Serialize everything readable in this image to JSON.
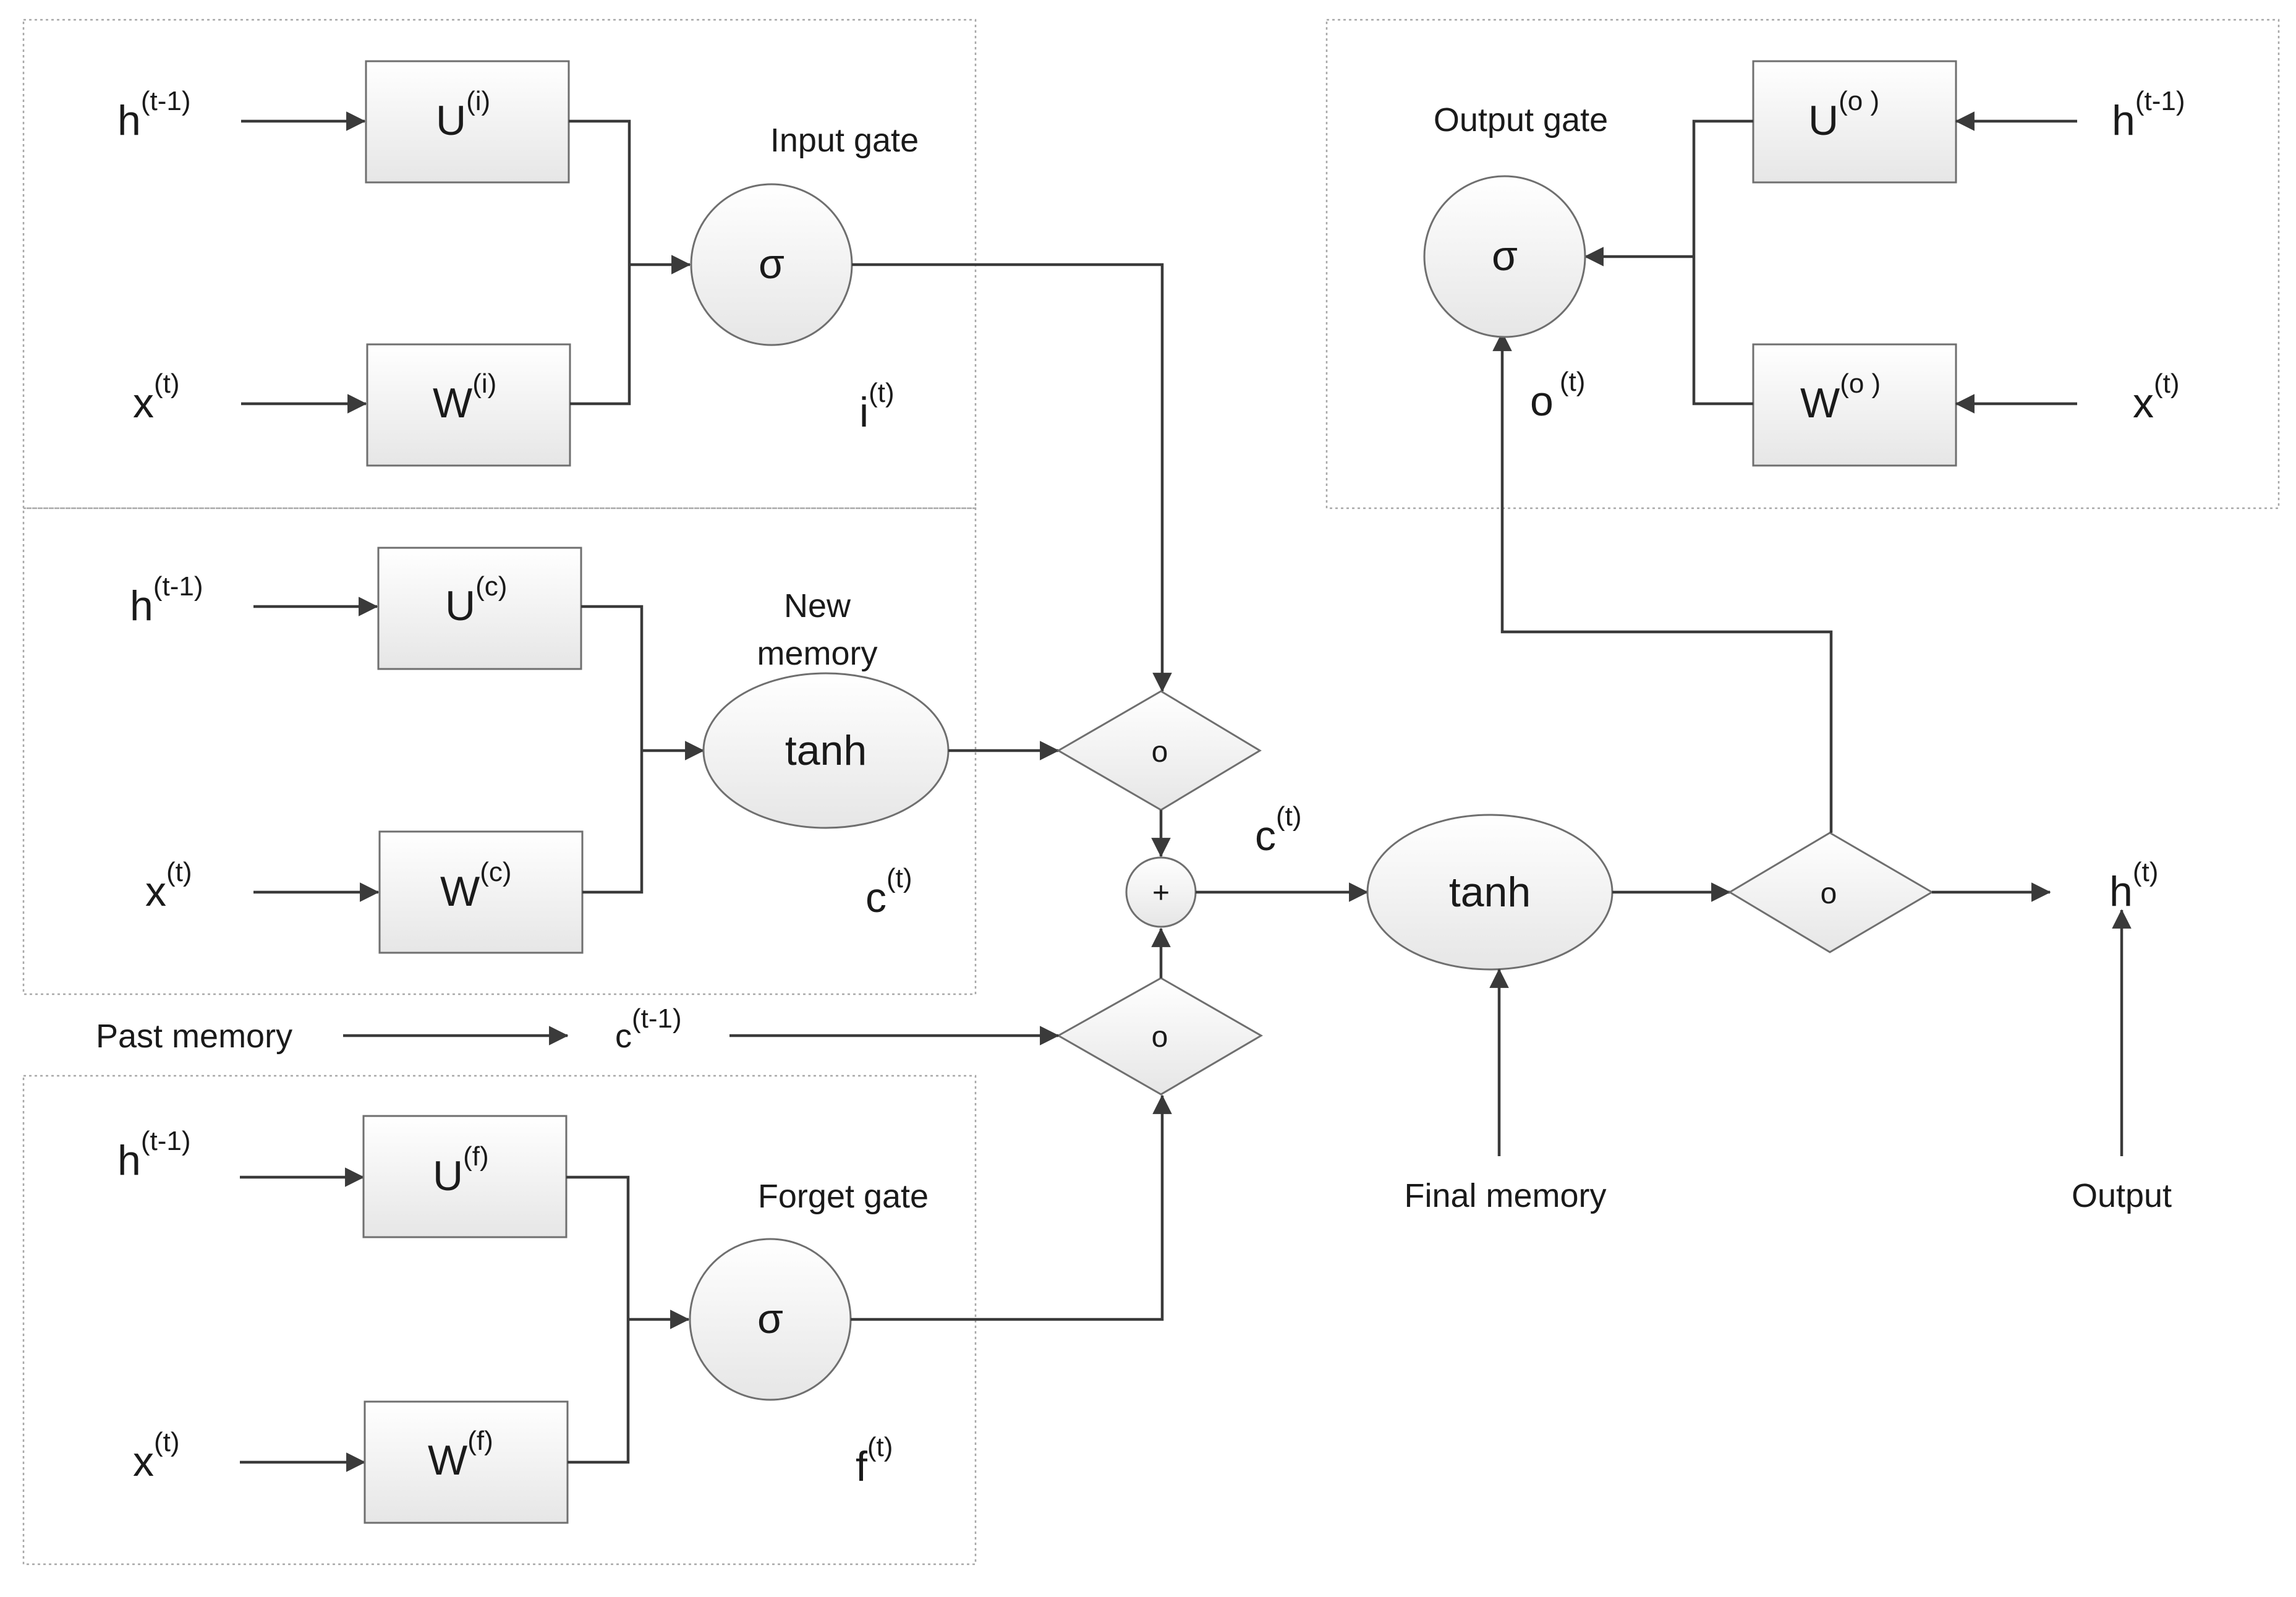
{
  "diagram": {
    "colors": {
      "line": "#3a3a3a",
      "shape_fill_light": "#ffffff",
      "shape_fill_dark": "#e6e6e6",
      "region_border": "#a8a8a8"
    },
    "input_gate": {
      "title": "Input gate",
      "h_in": {
        "base": "h",
        "sup": "(t-1)"
      },
      "x_in": {
        "base": "x",
        "sup": "(t)"
      },
      "u_box": {
        "base": "U",
        "sup": "(i)"
      },
      "w_box": {
        "base": "W",
        "sup": "(i)"
      },
      "activation": "σ",
      "output": {
        "base": "i",
        "sup": "(t)"
      }
    },
    "new_memory": {
      "title_line1": "New",
      "title_line2": "memory",
      "h_in": {
        "base": "h",
        "sup": "(t-1)"
      },
      "x_in": {
        "base": "x",
        "sup": "(t)"
      },
      "u_box": {
        "base": "U",
        "sup": "(c)"
      },
      "w_box": {
        "base": "W",
        "sup": "(c)"
      },
      "activation": "tanh",
      "output": {
        "base": "c",
        "sup": "(t)"
      }
    },
    "past_memory": {
      "label": "Past memory",
      "value": {
        "base": "c",
        "sup": "(t-1)"
      }
    },
    "forget_gate": {
      "title": "Forget gate",
      "h_in": {
        "base": "h",
        "sup": "(t-1)"
      },
      "x_in": {
        "base": "x",
        "sup": "(t)"
      },
      "u_box": {
        "base": "U",
        "sup": "(f)"
      },
      "w_box": {
        "base": "W",
        "sup": "(f)"
      },
      "activation": "σ",
      "output": {
        "base": "f",
        "sup": "(t)"
      }
    },
    "output_gate": {
      "title": "Output gate",
      "h_in": {
        "base": "h",
        "sup": "(t-1)"
      },
      "x_in": {
        "base": "x",
        "sup": "(t)"
      },
      "u_box": {
        "base": "U",
        "sup": "(o )"
      },
      "w_box": {
        "base": "W",
        "sup": "(o )"
      },
      "activation": "σ",
      "output": {
        "base": "o",
        "sup": "(t)"
      }
    },
    "ops": {
      "mult_top": "o",
      "mult_bottom": "o",
      "mult_out": "o",
      "plus": "+"
    },
    "cell_state": {
      "base": "c",
      "sup": "(t)"
    },
    "final_memory": {
      "activation": "tanh",
      "label": "Final memory"
    },
    "output": {
      "label": "Output",
      "value": {
        "base": "h",
        "sup": "(t)"
      }
    }
  }
}
